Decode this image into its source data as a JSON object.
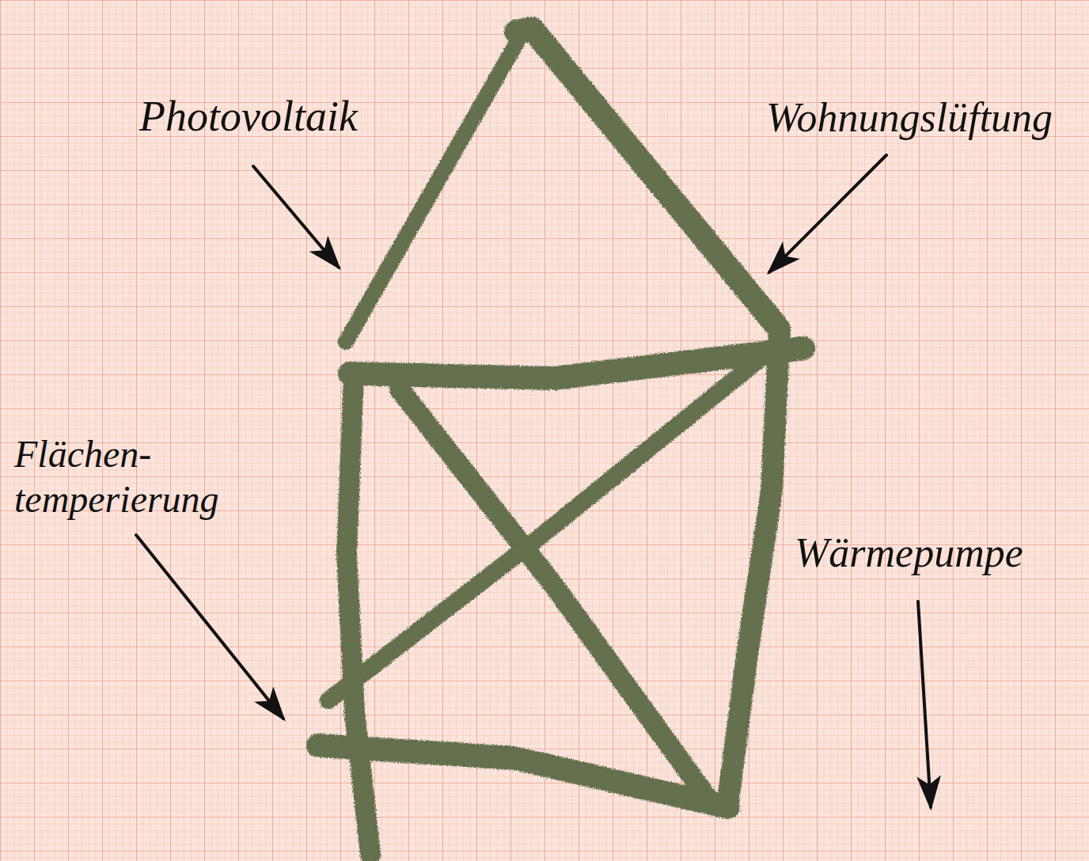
{
  "diagram": {
    "labels": [
      "Photovoltaik",
      "Wohnungslüftung",
      "Flächen- temperierung",
      "Wärmepumpe"
    ]
  }
}
